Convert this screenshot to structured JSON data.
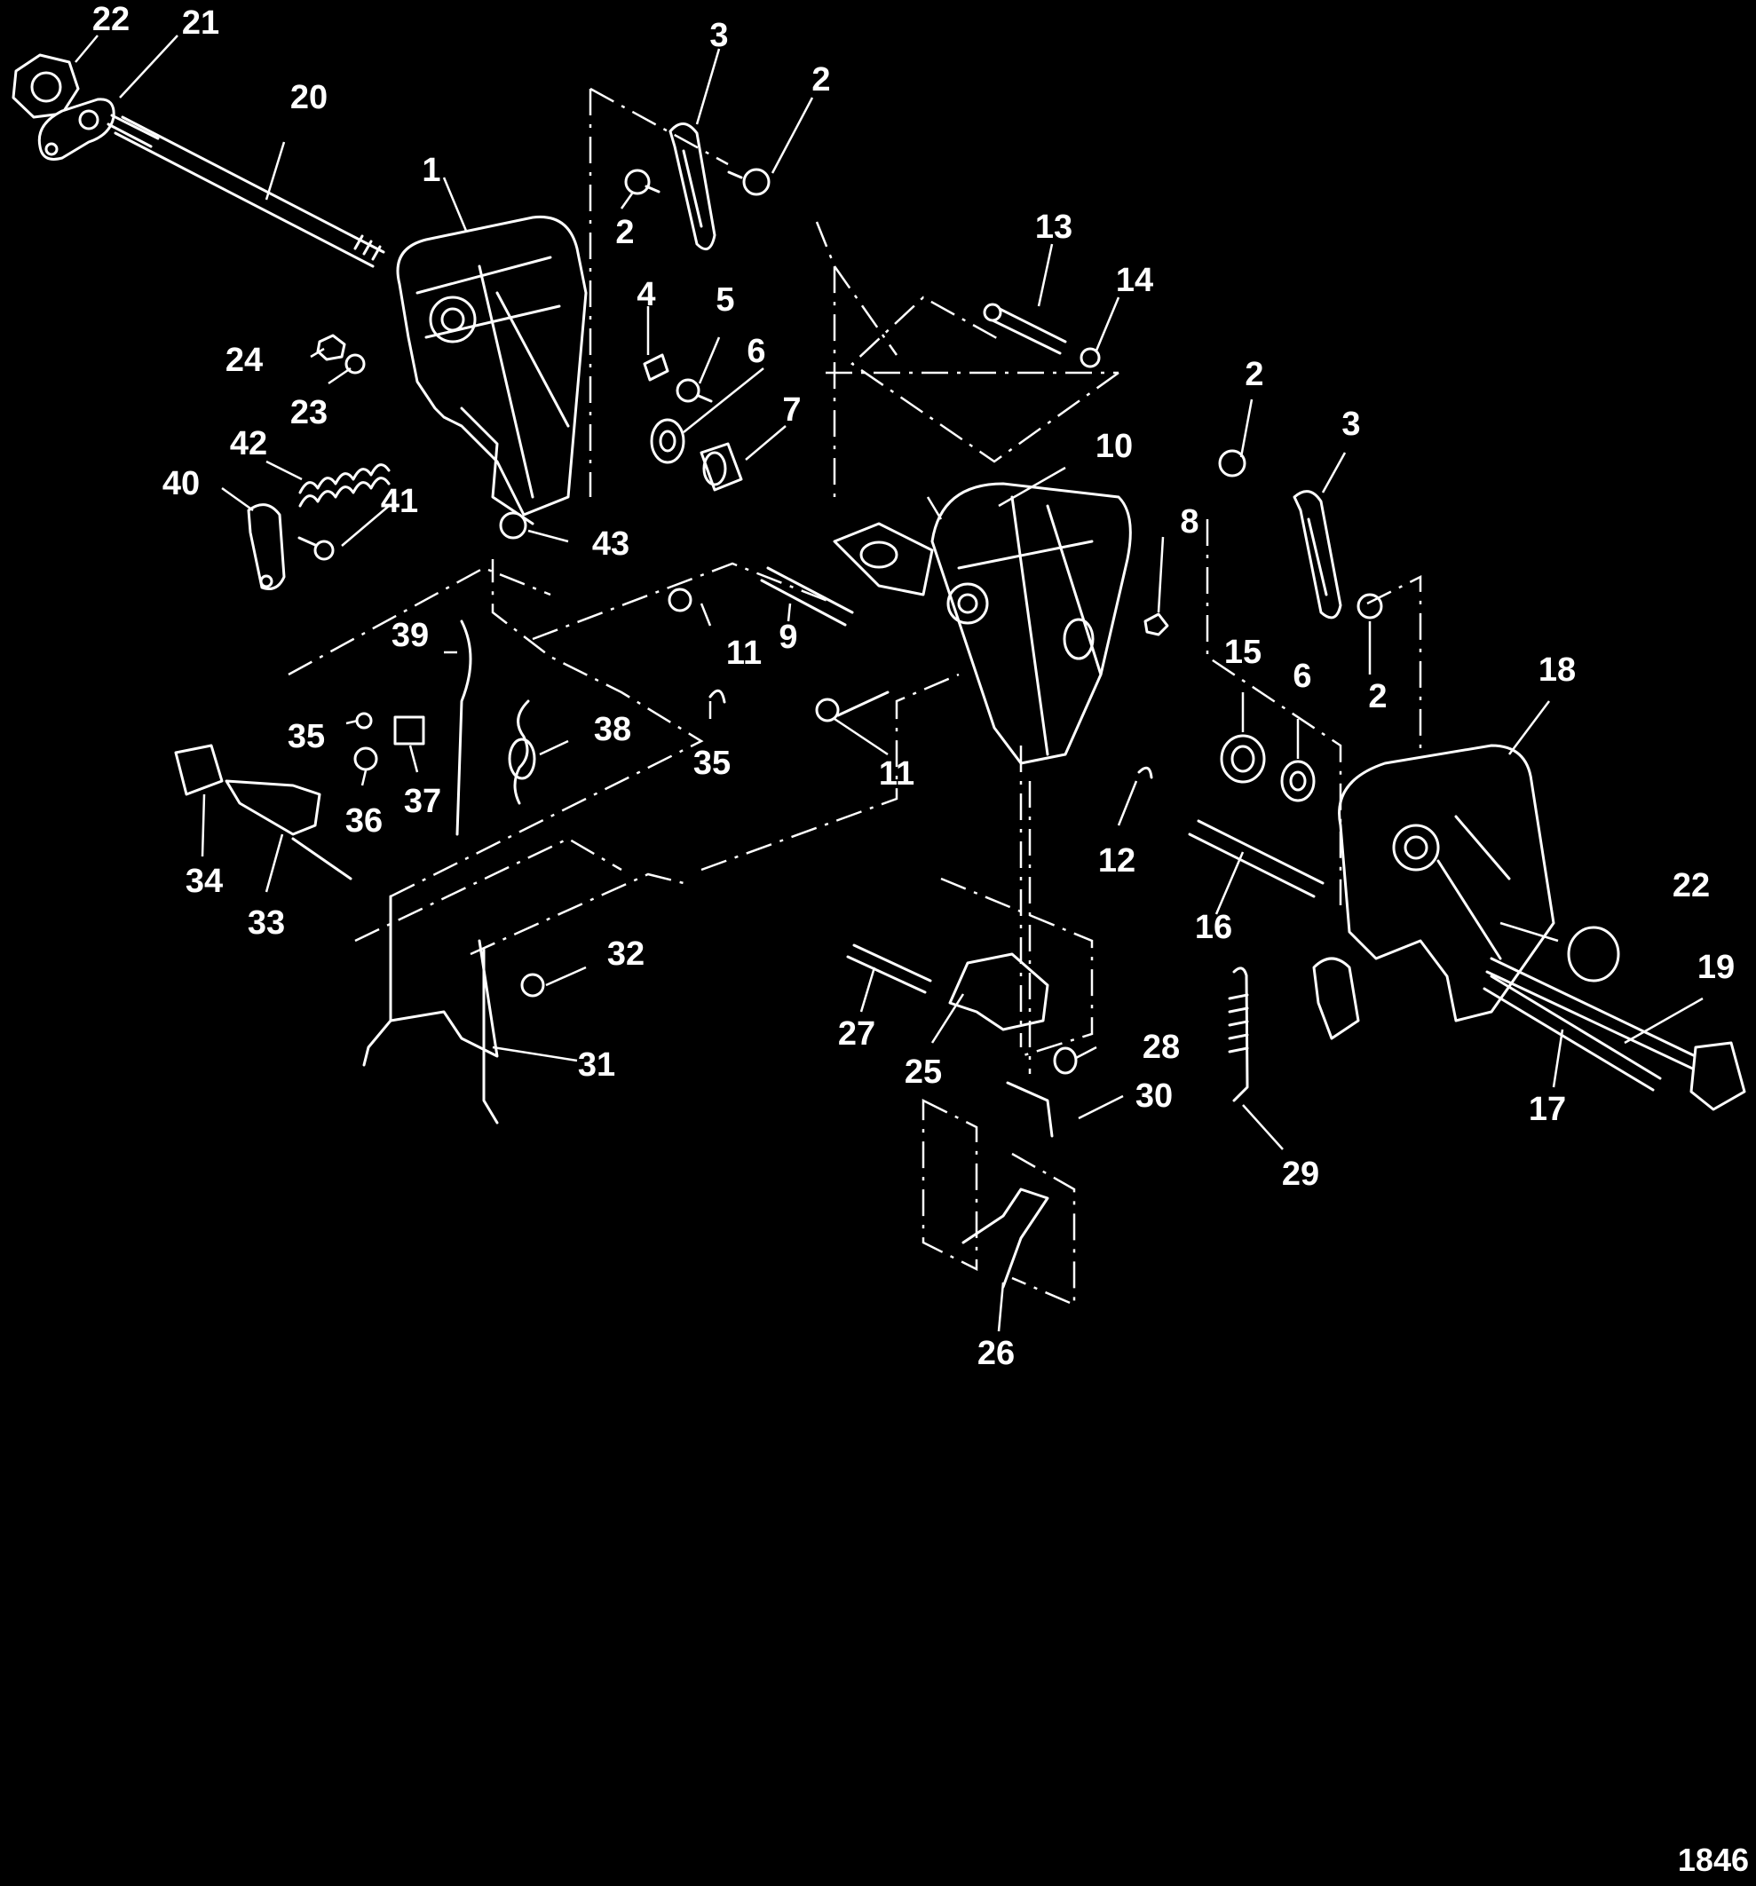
{
  "figure": {
    "number": "1846"
  },
  "callouts": [
    {
      "id": "c22a",
      "text": "22"
    },
    {
      "id": "c21",
      "text": "21"
    },
    {
      "id": "c20",
      "text": "20"
    },
    {
      "id": "c1",
      "text": "1"
    },
    {
      "id": "c3a",
      "text": "3"
    },
    {
      "id": "c2a",
      "text": "2"
    },
    {
      "id": "c2b",
      "text": "2"
    },
    {
      "id": "c13",
      "text": "13"
    },
    {
      "id": "c14",
      "text": "14"
    },
    {
      "id": "c4",
      "text": "4"
    },
    {
      "id": "c5",
      "text": "5"
    },
    {
      "id": "c6a",
      "text": "6"
    },
    {
      "id": "c24",
      "text": "24"
    },
    {
      "id": "c23",
      "text": "23"
    },
    {
      "id": "c7",
      "text": "7"
    },
    {
      "id": "c42",
      "text": "42"
    },
    {
      "id": "c40",
      "text": "40"
    },
    {
      "id": "c41",
      "text": "41"
    },
    {
      "id": "c10",
      "text": "10"
    },
    {
      "id": "c2c",
      "text": "2"
    },
    {
      "id": "c3b",
      "text": "3"
    },
    {
      "id": "c43",
      "text": "43"
    },
    {
      "id": "c8",
      "text": "8"
    },
    {
      "id": "c39",
      "text": "39"
    },
    {
      "id": "c11a",
      "text": "11"
    },
    {
      "id": "c9",
      "text": "9"
    },
    {
      "id": "c15",
      "text": "15"
    },
    {
      "id": "c6b",
      "text": "6"
    },
    {
      "id": "c2d",
      "text": "2"
    },
    {
      "id": "c18",
      "text": "18"
    },
    {
      "id": "c35a",
      "text": "35"
    },
    {
      "id": "c38",
      "text": "38"
    },
    {
      "id": "c35b",
      "text": "35"
    },
    {
      "id": "c11b",
      "text": "11"
    },
    {
      "id": "c36",
      "text": "36"
    },
    {
      "id": "c37",
      "text": "37"
    },
    {
      "id": "c12",
      "text": "12"
    },
    {
      "id": "c34",
      "text": "34"
    },
    {
      "id": "c33",
      "text": "33"
    },
    {
      "id": "c22b",
      "text": "22"
    },
    {
      "id": "c16",
      "text": "16"
    },
    {
      "id": "c19",
      "text": "19"
    },
    {
      "id": "c32",
      "text": "32"
    },
    {
      "id": "c27",
      "text": "27"
    },
    {
      "id": "c28",
      "text": "28"
    },
    {
      "id": "c31",
      "text": "31"
    },
    {
      "id": "c25",
      "text": "25"
    },
    {
      "id": "c30",
      "text": "30"
    },
    {
      "id": "c17",
      "text": "17"
    },
    {
      "id": "c29",
      "text": "29"
    },
    {
      "id": "c26",
      "text": "26"
    }
  ]
}
